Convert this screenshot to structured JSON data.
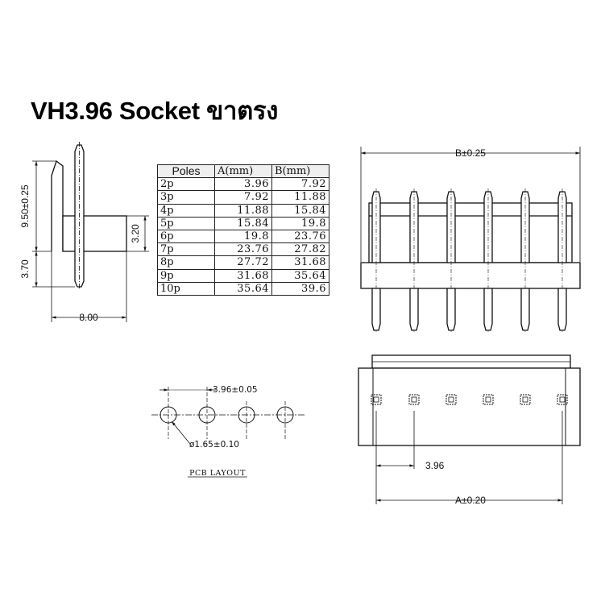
{
  "title": "VH3.96 Socket ขาตรง",
  "side_view": {
    "dim_height": "9.50±0.25",
    "dim_tail": "3.70",
    "dim_base": "3.20",
    "dim_width": "8.00"
  },
  "table": {
    "headers": [
      "Poles",
      "A(mm)",
      "B(mm)"
    ],
    "rows": [
      [
        "2p",
        "3.96",
        "7.92"
      ],
      [
        "3p",
        "7.92",
        "11.88"
      ],
      [
        "4p",
        "11.88",
        "15.84"
      ],
      [
        "5p",
        "15.84",
        "19.8"
      ],
      [
        "6p",
        "19.8",
        "23.76"
      ],
      [
        "7p",
        "23.76",
        "27.82"
      ],
      [
        "8p",
        "27.72",
        "31.68"
      ],
      [
        "9p",
        "31.68",
        "35.64"
      ],
      [
        "10p",
        "35.64",
        "39.6"
      ]
    ]
  },
  "front_view": {
    "dim_b": "B±0.25"
  },
  "pcb_layout": {
    "pitch": "3.96±0.05",
    "hole": "ø1.65±0.10",
    "caption": "PCB LAYOUT"
  },
  "top_view": {
    "pitch": "3.96",
    "dim_a": "A±0.20"
  }
}
